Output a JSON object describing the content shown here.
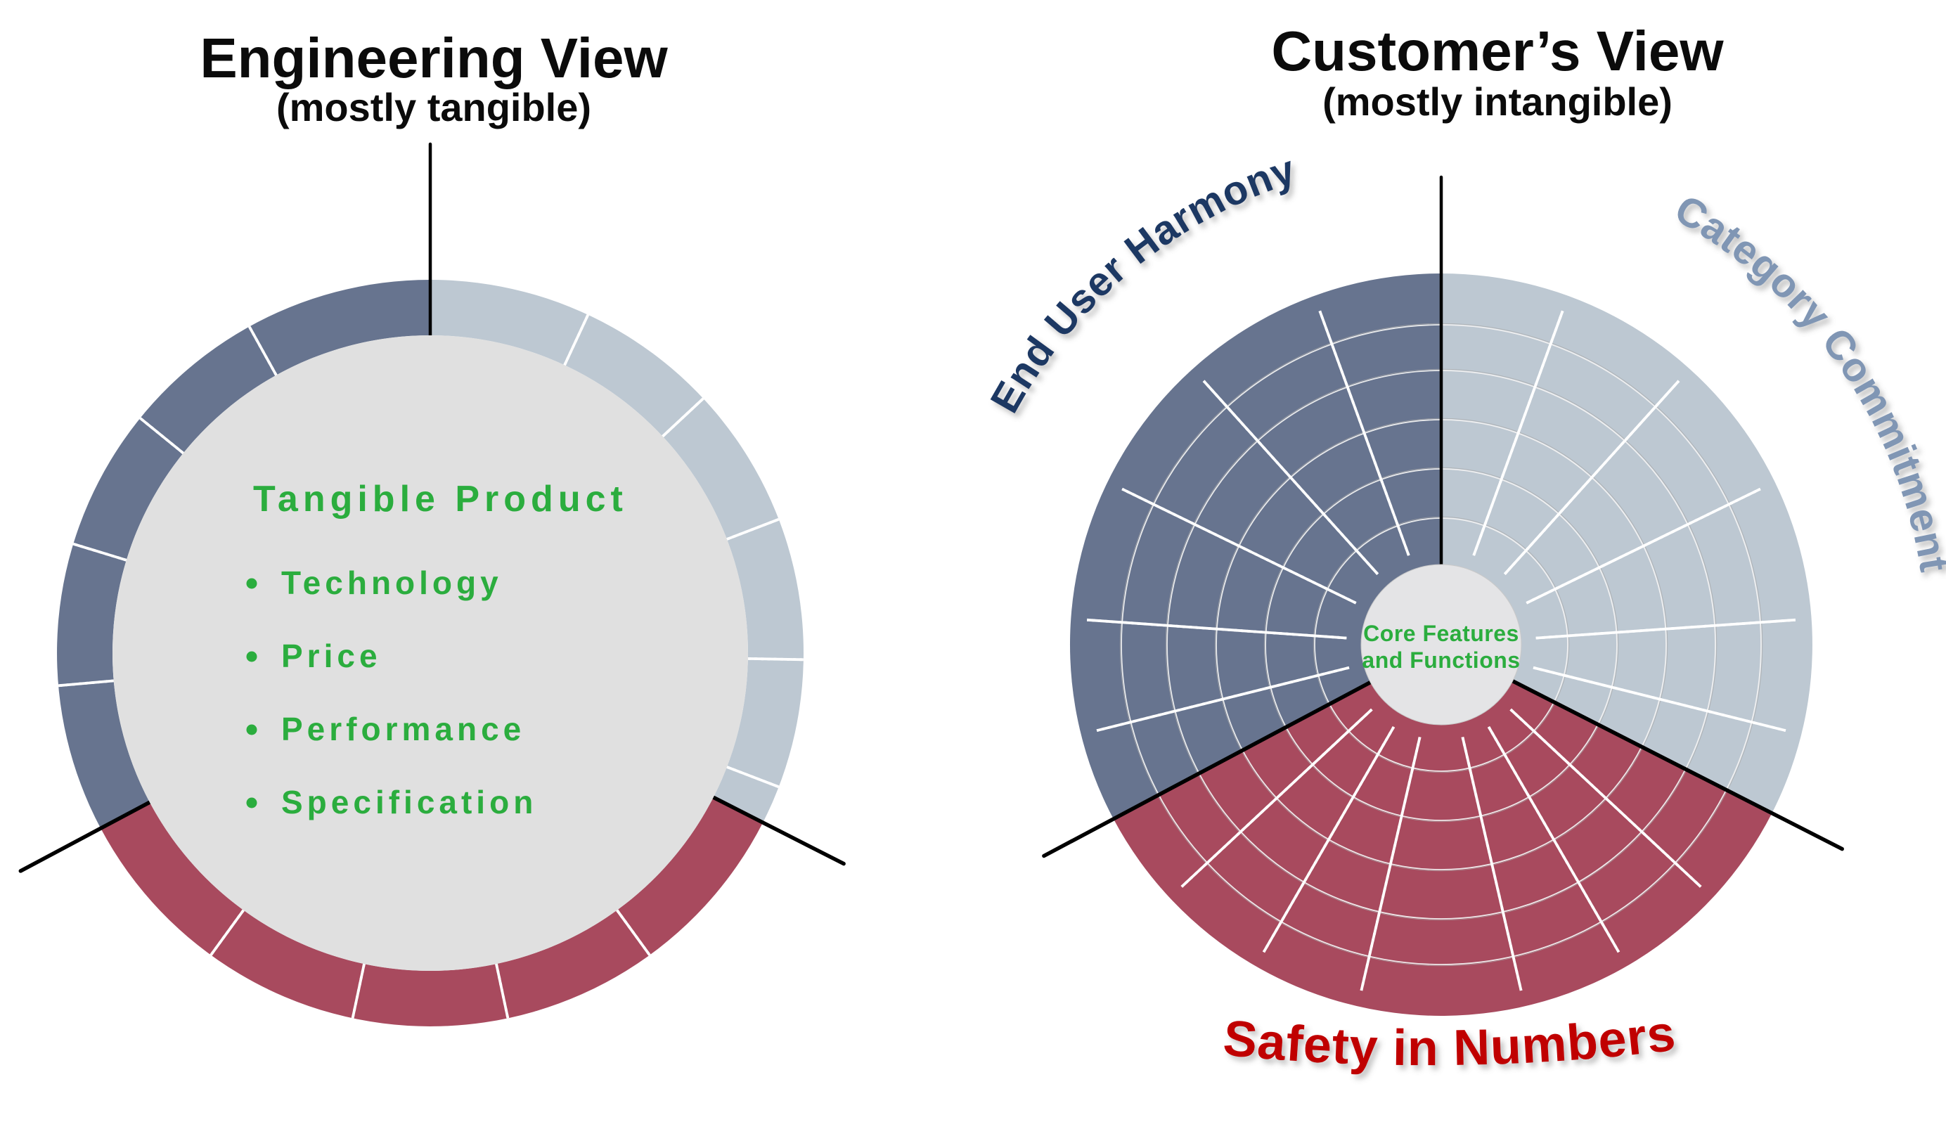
{
  "left_diagram": {
    "title": "Engineering View",
    "subtitle": "(mostly tangible)",
    "center": {
      "heading": "Tangible Product",
      "bullets": [
        "Technology",
        "Price",
        "Performance",
        "Specification"
      ]
    },
    "ring_segments": [
      {
        "name": "left-outer-ring",
        "fill": "#67748F"
      },
      {
        "name": "right-outer-ring",
        "fill": "#BDC8D2"
      },
      {
        "name": "bottom-outer-ring",
        "fill": "#A84A5E"
      }
    ],
    "inner_fill": "#E0E0E0"
  },
  "right_diagram": {
    "title": "Customer’s View",
    "subtitle": "(mostly intangible)",
    "center": {
      "line1": "Core Features",
      "line2": "and Functions",
      "fill": "#E4E4E6"
    },
    "sectors": [
      {
        "label": "End User Harmony",
        "fill": "#67748F",
        "label_color": "#1F3864"
      },
      {
        "label": "Category Commitment",
        "fill": "#BDC8D2",
        "label_color": "#8096B4"
      },
      {
        "label": "Safety in Numbers",
        "fill": "#A84A5E",
        "label_color": "#C00000"
      }
    ]
  },
  "colors": {
    "green_text": "#2BAD3E",
    "boundary_line": "#000000"
  }
}
